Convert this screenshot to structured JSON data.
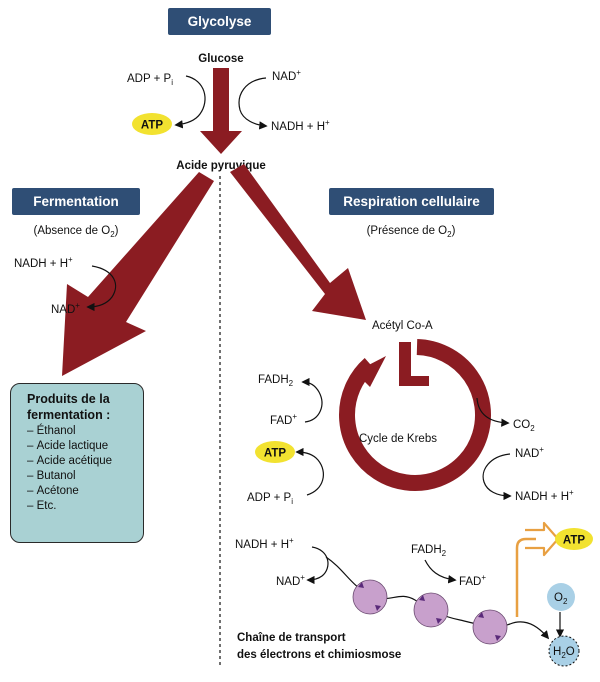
{
  "headers": {
    "glycolyse": "Glycolyse",
    "fermentation": "Fermentation",
    "respiration": "Respiration cellulaire"
  },
  "glycolysis": {
    "glucose": "Glucose",
    "adp_pi": "ADP + P",
    "adp_sub": "i",
    "nad_plus": "NAD",
    "nad_sup": "+",
    "atp": "ATP",
    "nadh_h": "NADH + H",
    "nadh_sup": "+",
    "acide_pyruvique": "Acide pyruvique"
  },
  "fermentation": {
    "condition_pre": "(Absence de O",
    "condition_sub": "2",
    "condition_post": ")",
    "nadh_h": "NADH + H",
    "nadh_sup": "+",
    "nad_plus": "NAD",
    "nad_sup": "+",
    "products_title_1": "Produits de la",
    "products_title_2": "fermentation :",
    "products": [
      "Éthanol",
      "Acide lactique",
      "Acide acétique",
      "Butanol",
      "Acétone",
      "Etc."
    ]
  },
  "respiration": {
    "condition_pre": "(Présence de O",
    "condition_sub": "2",
    "condition_post": ")",
    "acetyl_coa": "Acétyl Co-A",
    "krebs": "Cycle de Krebs",
    "fadh": "FADH",
    "fadh_sub": "2",
    "fad": "FAD",
    "fad_sup": "+",
    "atp": "ATP",
    "adp_pi": "ADP + P",
    "adp_sub": "i",
    "co": "CO",
    "co_sub": "2",
    "nad": "NAD",
    "nad_sup": "+",
    "nadh_h": "NADH + H",
    "nadh_sup": "+"
  },
  "etc": {
    "nadh_h": "NADH + H",
    "nadh_sup": "+",
    "nad": "NAD",
    "nad_sup": "+",
    "fadh": "FADH",
    "fadh_sub": "2",
    "fad": "FAD",
    "fad_sup": "+",
    "atp": "ATP",
    "o": "O",
    "o_sub": "2",
    "h": "H",
    "h_sub": "2",
    "h_o": "O",
    "label_1": "Chaîne de transport",
    "label_2": "des électrons et chimiosmose"
  },
  "colors": {
    "header_bg": "#2f4e75",
    "arrow_fill": "#8b1c22",
    "atp_fill": "#f2e230",
    "products_bg": "#a9d1d3",
    "protein_fill": "#c8a0cc",
    "orange_arrow": "#e8a042",
    "o2_fill": "#a9d0e6"
  }
}
